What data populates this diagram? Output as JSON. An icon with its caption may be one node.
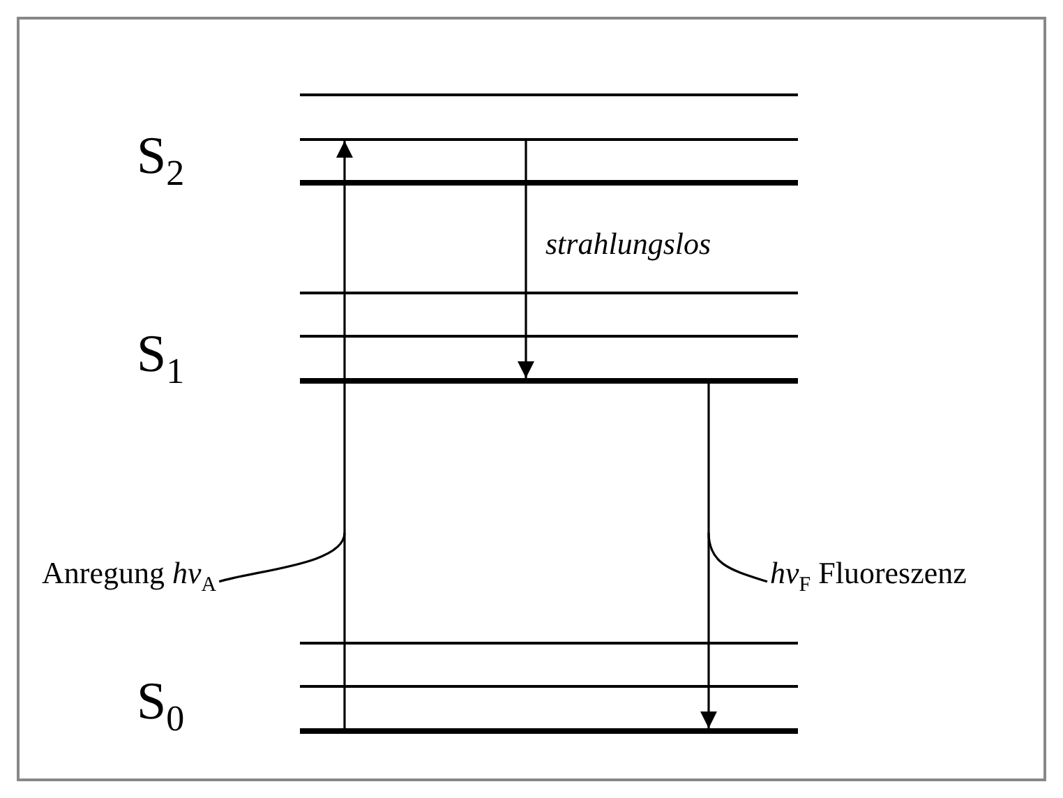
{
  "diagram": {
    "nodes": [
      {
        "text": [],
        "shape": "bar"
      },
      {
        "text": [],
        "shape": "bar"
      },
      {
        "text": [],
        "shape": "bar"
      },
      {
        "text": [],
        "shape": "bar"
      },
      {
        "text": [],
        "shape": "bar"
      },
      {
        "text": [],
        "shape": "bar"
      },
      {
        "text": [],
        "shape": "bar"
      },
      {
        "text": [],
        "shape": "bar"
      },
      {
        "text": [],
        "shape": "bar"
      },
      {
        "text": [
          "Anregung *hν*$_{A}$"
        ]
      },
      {
        "text": [
          "*hν*$_{F}$ Fluoreszenz"
        ]
      }
    ],
    "edges": [
      {
        "from": 8,
        "to": 1,
        "arrow": "to"
      },
      {
        "from": 1,
        "to": 5,
        "arrow": "to",
        "label": "strahlungslos"
      },
      {
        "from": 5,
        "to": 8,
        "arrow": "to"
      },
      {
        "from": 9,
        "to": null,
        "arrow": "none"
      },
      {
        "from": 10,
        "to": null,
        "arrow": "none"
      }
    ],
    "labels": [
      "S$_{2}$",
      "S$_{1}$",
      "S$_{0}$"
    ]
  }
}
